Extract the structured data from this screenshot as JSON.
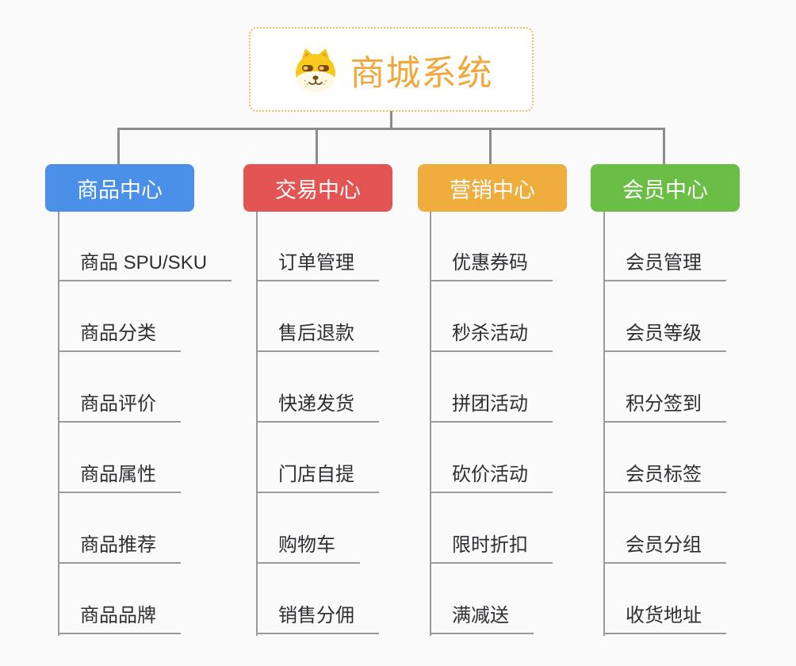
{
  "page": {
    "background_color": "#FAFAFA",
    "connector_color": "#8C8C8C"
  },
  "root": {
    "title": "商城系统",
    "icon": "shiba-dog-icon",
    "text_color": "#F0A73B",
    "border_color": "#F3BC66"
  },
  "branches": [
    {
      "label": "商品中心",
      "color": "#4A90E8",
      "items": [
        "商品 SPU/SKU",
        "商品分类",
        "商品评价",
        "商品属性",
        "商品推荐",
        "商品品牌"
      ]
    },
    {
      "label": "交易中心",
      "color": "#E25552",
      "items": [
        "订单管理",
        "售后退款",
        "快递发货",
        "门店自提",
        "购物车",
        "销售分佣"
      ]
    },
    {
      "label": "营销中心",
      "color": "#EEAD3C",
      "items": [
        "优惠券码",
        "秒杀活动",
        "拼团活动",
        "砍价活动",
        "限时折扣",
        "满减送"
      ]
    },
    {
      "label": "会员中心",
      "color": "#6BBE45",
      "items": [
        "会员管理",
        "会员等级",
        "积分签到",
        "会员标签",
        "会员分组",
        "收货地址"
      ]
    }
  ]
}
